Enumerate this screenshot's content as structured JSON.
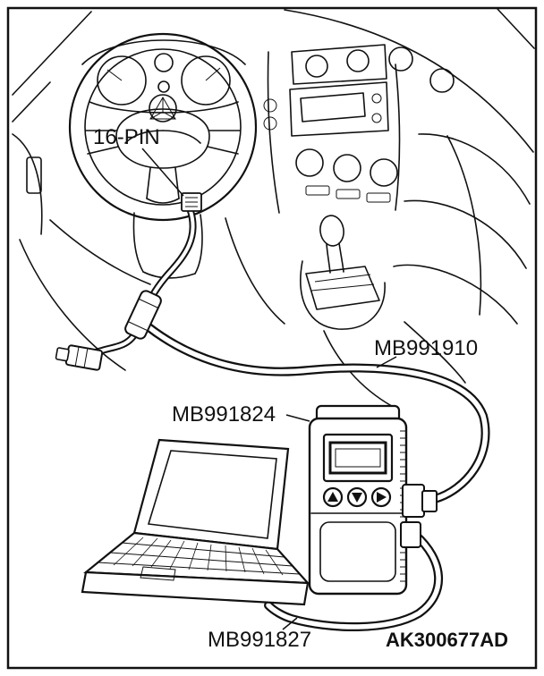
{
  "figure": {
    "code": "AK300677AD",
    "labels": {
      "data_link_connector": "16-PIN",
      "main_harness": "MB991910",
      "vci": "MB991824",
      "usb_cable": "MB991827"
    }
  }
}
